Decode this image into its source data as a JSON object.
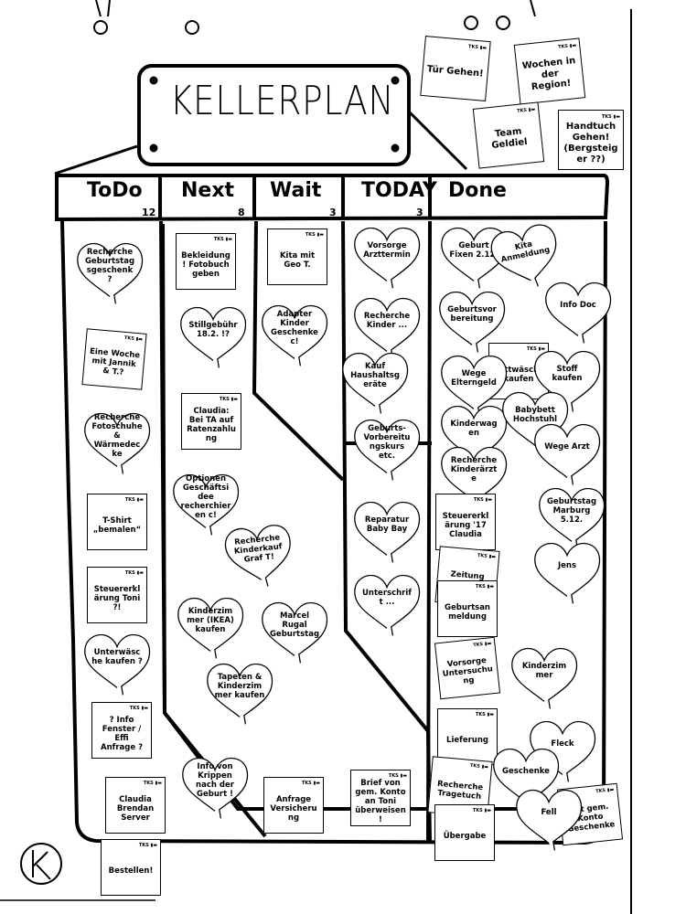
{
  "board": {
    "title": "KELLERPLAN",
    "columns": [
      {
        "label": "ToDo",
        "count": "12"
      },
      {
        "label": "Next",
        "count": "8"
      },
      {
        "label": "Wait",
        "count": "3"
      },
      {
        "label": "TODAY",
        "count": "3"
      },
      {
        "label": "Done",
        "count": ""
      }
    ]
  },
  "cards": [
    {
      "column": "ToDo",
      "type": "heart",
      "text": "Recherche Geburtstagsgeschenk ?"
    },
    {
      "column": "ToDo",
      "type": "note",
      "text": "Eine Woche mit Jannik & T.?"
    },
    {
      "column": "ToDo",
      "type": "heart",
      "text": "Recherche Fotoschuhe & Wärmedecke"
    },
    {
      "column": "ToDo",
      "type": "note",
      "text": "T-Shirt „bemalen“"
    },
    {
      "column": "ToDo",
      "type": "note",
      "text": "Steuererklärung Toni ?!"
    },
    {
      "column": "ToDo",
      "type": "heart",
      "text": "Unterwäsche kaufen ?"
    },
    {
      "column": "ToDo",
      "type": "note",
      "text": "? Info Fenster / Effi Anfrage ?"
    },
    {
      "column": "ToDo",
      "type": "note",
      "text": "Claudia Brendan Server"
    },
    {
      "column": "ToDo",
      "type": "note",
      "text": "Bestellen!"
    },
    {
      "column": "Next",
      "type": "note",
      "text": "Bekleidung! Fotobuch geben"
    },
    {
      "column": "Next",
      "type": "heart",
      "text": "Stillgebühr 18.2. !?"
    },
    {
      "column": "Next",
      "type": "note",
      "text": "Claudia: Bei TA auf Ratenzahlung"
    },
    {
      "column": "Next",
      "type": "heart",
      "text": "Optionen Geschäftsidee recherchieren c!"
    },
    {
      "column": "Next",
      "type": "heart",
      "text": "Recherche Kinderkauf Graf T!"
    },
    {
      "column": "Next",
      "type": "heart",
      "text": "Kinderzimmer (IKEA) kaufen"
    },
    {
      "column": "Next",
      "type": "heart",
      "text": "Marcel Rugal Geburtstag"
    },
    {
      "column": "Next",
      "type": "heart",
      "text": "Tapeten & Kinderzimmer kaufen"
    },
    {
      "column": "Next",
      "type": "heart",
      "text": "Info von Krippen nach der Geburt !"
    },
    {
      "column": "Wait",
      "type": "note",
      "text": "Kita mit Geo T."
    },
    {
      "column": "Wait",
      "type": "heart",
      "text": "Adapter Kinder Geschenke c!"
    },
    {
      "column": "Wait",
      "type": "note",
      "text": "Anfrage Versicherung"
    },
    {
      "column": "TODAY",
      "type": "heart",
      "text": "Vorsorge Arzttermin"
    },
    {
      "column": "TODAY",
      "type": "heart",
      "text": "Recherche Kinder ..."
    },
    {
      "column": "TODAY",
      "type": "heart",
      "text": "Kauf Haushaltsgeräte"
    },
    {
      "column": "TODAY",
      "type": "heart",
      "text": "Geburts-Vorbereitungskurs etc."
    },
    {
      "column": "TODAY",
      "type": "heart",
      "text": "Reparatur Baby Bay"
    },
    {
      "column": "TODAY",
      "type": "heart",
      "text": "Unterschrift ..."
    },
    {
      "column": "TODAY",
      "type": "note",
      "text": "Brief von gem. Konto an Toni überweisen!"
    },
    {
      "column": "Done",
      "type": "heart",
      "text": "Geburt Fixen 2.12."
    },
    {
      "column": "Done",
      "type": "heart",
      "text": "Kita Anmeldung"
    },
    {
      "column": "Done",
      "type": "heart",
      "text": "Geburtsvorbereitung"
    },
    {
      "column": "Done",
      "type": "heart",
      "text": "Info Doc"
    },
    {
      "column": "Done",
      "type": "note",
      "text": "Bettwäsche kaufen"
    },
    {
      "column": "Done",
      "type": "heart",
      "text": "Wege Elterngeld"
    },
    {
      "column": "Done",
      "type": "heart",
      "text": "Stoff kaufen"
    },
    {
      "column": "Done",
      "type": "heart",
      "text": "Kinderwagen"
    },
    {
      "column": "Done",
      "type": "heart",
      "text": "Babybett Hochstuhl"
    },
    {
      "column": "Done",
      "type": "heart",
      "text": "Recherche Kinderärzte"
    },
    {
      "column": "Done",
      "type": "heart",
      "text": "Wege Arzt"
    },
    {
      "column": "Done",
      "type": "note",
      "text": "Steuererklärung '17 Claudia"
    },
    {
      "column": "Done",
      "type": "heart",
      "text": "Geburtstag Marburg 5.12."
    },
    {
      "column": "Done",
      "type": "note",
      "text": "Zeitung Toni"
    },
    {
      "column": "Done",
      "type": "note",
      "text": "Geburtsanmeldung"
    },
    {
      "column": "Done",
      "type": "heart",
      "text": "Jens"
    },
    {
      "column": "Done",
      "type": "note",
      "text": "Vorsorge Untersuchung"
    },
    {
      "column": "Done",
      "type": "heart",
      "text": "Kinderzimmer"
    },
    {
      "column": "Done",
      "type": "note",
      "text": "Lieferung"
    },
    {
      "column": "Done",
      "type": "heart",
      "text": "Fleck"
    },
    {
      "column": "Done",
      "type": "note",
      "text": "Recherche Tragetuch"
    },
    {
      "column": "Done",
      "type": "heart",
      "text": "Geschenke"
    },
    {
      "column": "Done",
      "type": "note",
      "text": "Übergabe"
    },
    {
      "column": "Done",
      "type": "note",
      "text": "Mit gem. Konto Geschenke"
    },
    {
      "column": "Done",
      "type": "heart",
      "text": "Fell"
    }
  ],
  "backlog_notes": [
    {
      "text": "Tür Gehen!"
    },
    {
      "text": "Wochen in der Region!"
    },
    {
      "text": "Team Geldiel"
    },
    {
      "text": "Handtuch Gehen! (Bergsteiger ??)"
    }
  ]
}
